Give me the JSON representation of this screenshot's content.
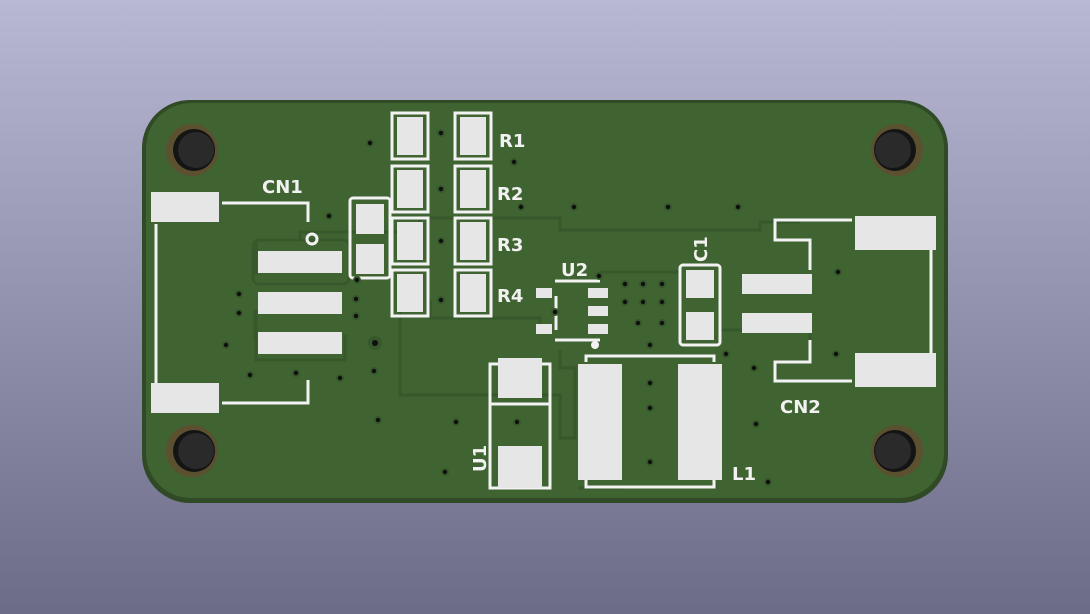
{
  "board": {
    "colors": {
      "background_top": "#b8b8d4",
      "background_bottom": "#6c6c88",
      "soldermask": "#3f6331",
      "soldermask_edge": "#2f4a25",
      "copper_trace": "#37582b",
      "pad": "#e6e6e6",
      "silkscreen": "#f2f2f2",
      "hole": "#141414",
      "hole_ring": "#5b5030",
      "via": "#0f0f0f"
    }
  },
  "components": {
    "cn1": "CN1",
    "cn2": "CN2",
    "r1": "R1",
    "r2": "R2",
    "r3": "R3",
    "r4": "R4",
    "u1": "U1",
    "u2": "U2",
    "c1": "C1",
    "l1": "L1"
  }
}
